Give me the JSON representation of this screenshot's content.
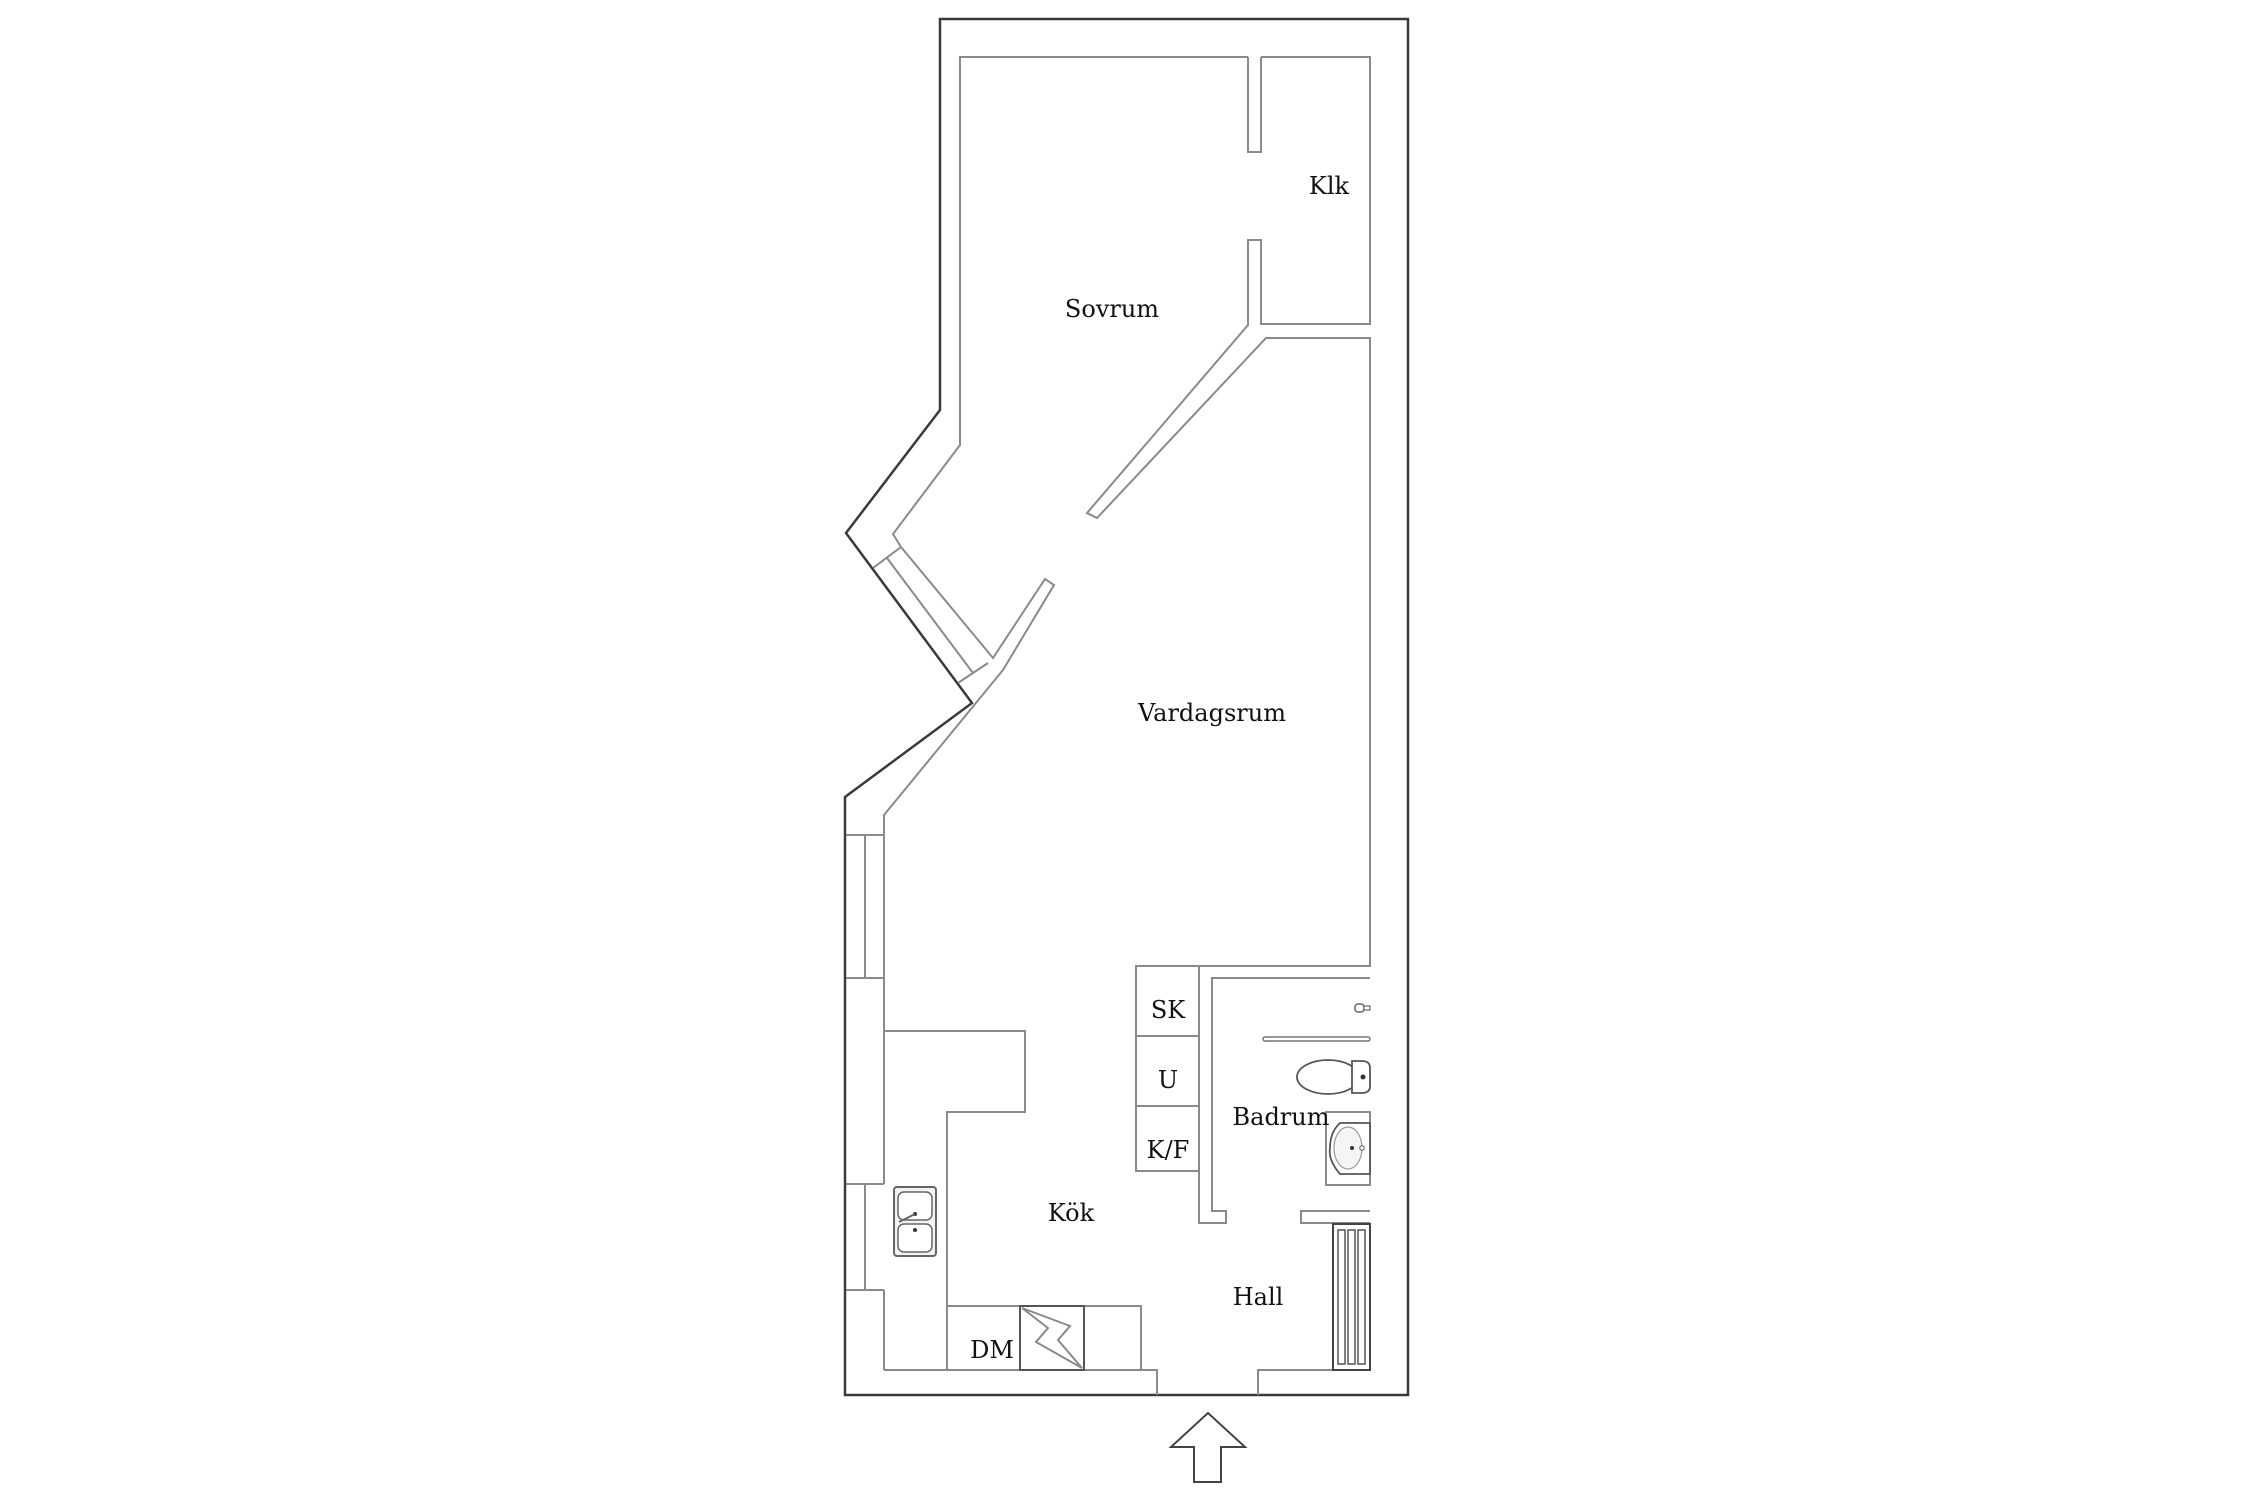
{
  "plan": {
    "rooms": {
      "sovrum": "Sovrum",
      "klk": "Klk",
      "vardagsrum": "Vardagsrum",
      "kok": "Kök",
      "badrum": "Badrum",
      "hall": "Hall"
    },
    "appliances": {
      "sk": "SK",
      "u": "U",
      "kf": "K/F",
      "dm": "DM"
    },
    "icons": [
      "kitchen-sink-icon",
      "stove-icon",
      "toilet-icon",
      "washbasin-icon",
      "shower-rod-icon",
      "shower-tap-icon",
      "radiator-icon",
      "entrance-arrow-icon"
    ],
    "colors": {
      "outer_wall": "#3a3a3a",
      "inner_wall": "#8a8a8a",
      "label": "#111111",
      "background": "#ffffff"
    }
  }
}
